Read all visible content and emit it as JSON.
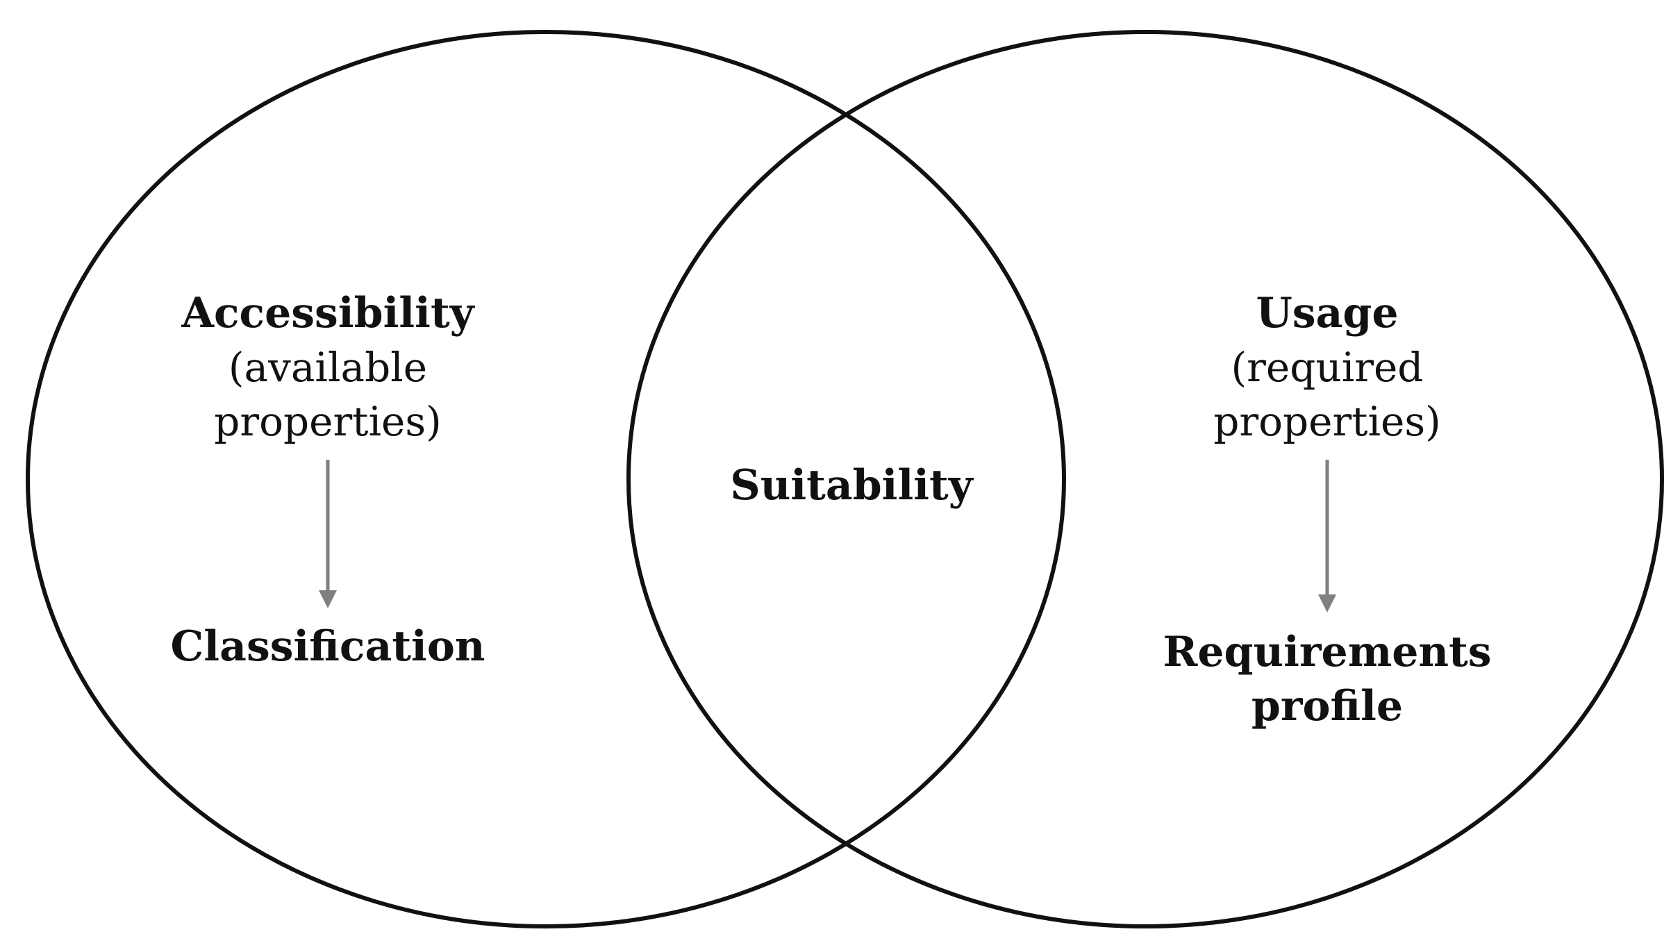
{
  "diagram": {
    "left_set": {
      "title": "Accessibility",
      "subtitle_line1": "(available",
      "subtitle_line2": "properties)",
      "result": "Classification"
    },
    "intersection": {
      "title": "Suitability"
    },
    "right_set": {
      "title": "Usage",
      "subtitle_line1": "(required",
      "subtitle_line2": "properties)",
      "result_line1": "Requirements",
      "result_line2": "profile"
    },
    "colors": {
      "outline": "#111111",
      "arrow": "#7f7f7f",
      "background": "#ffffff"
    }
  }
}
